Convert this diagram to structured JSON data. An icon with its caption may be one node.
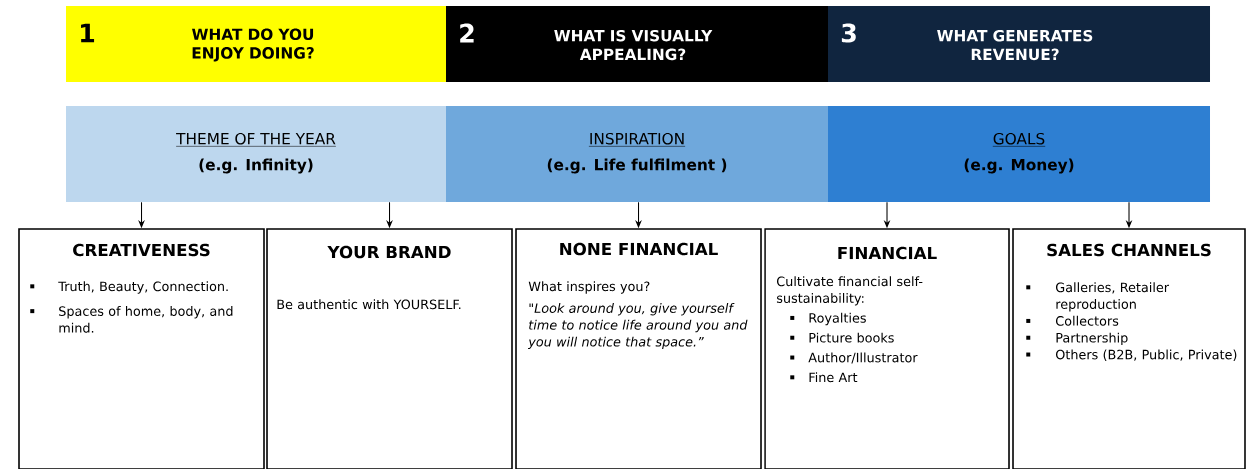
{
  "diagram": {
    "nodes": [
      {
        "text": [
          "1",
          "WHAT DO YOU ENJOY DOING?"
        ]
      },
      {
        "text": [
          "2",
          "WHAT IS VISUALLY APPEALING?"
        ]
      },
      {
        "text": [
          "3",
          "WHAT GENERATES REVENUE?"
        ]
      },
      {
        "text": [
          "THEME OF THE YEAR",
          "(e.g. Infinity)"
        ]
      },
      {
        "text": [
          "INSPIRATION",
          "(e.g. Life fulfilment )"
        ]
      },
      {
        "text": [
          "GOALS",
          "(e.g. Money)"
        ]
      },
      {
        "text": [
          "CREATIVENESS",
          "Truth, Beauty, Connection.",
          "Spaces of home, body, and mind."
        ]
      },
      {
        "text": [
          "YOUR BRAND",
          "Be authentic with YOURSELF."
        ]
      },
      {
        "text": [
          "NONE FINANCIAL",
          "What inspires you?",
          "\"Look around you, give yourself time to notice life around you and you will notice that space.”"
        ]
      },
      {
        "text": [
          "FINANCIAL",
          "Cultivate financial self-sustainability:",
          "Royalties",
          "Picture books",
          "Author/Illustrator",
          "Fine Art"
        ]
      },
      {
        "text": [
          "SALES CHANNELS",
          "Galleries, Retailer reproduction",
          "Collectors",
          "Partnership",
          "Others (B2B, Public, Private)"
        ]
      }
    ],
    "edges": [
      {
        "from": 3,
        "to": 6,
        "arrow": "to"
      },
      {
        "from": 3,
        "to": 7,
        "arrow": "to"
      },
      {
        "from": 4,
        "to": 8,
        "arrow": "to"
      },
      {
        "from": 5,
        "to": 9,
        "arrow": "to"
      },
      {
        "from": 5,
        "to": 10,
        "arrow": "to"
      }
    ]
  }
}
